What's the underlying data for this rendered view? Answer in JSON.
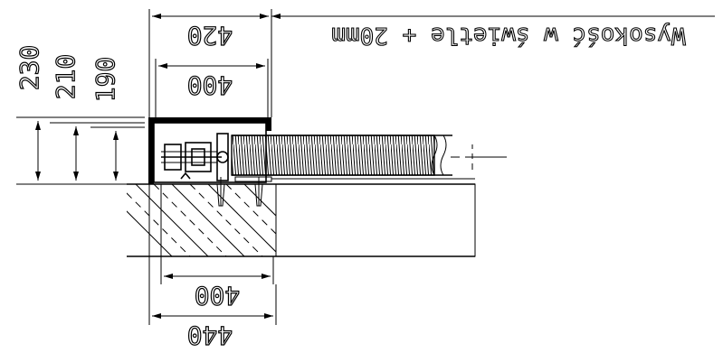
{
  "dimensions": {
    "top_420": "420",
    "top_400": "400",
    "left_230": "230",
    "left_210": "210",
    "left_190": "190",
    "bottom_400": "400",
    "bottom_440": "440"
  },
  "note": "Wysokość w świetle + 20mm"
}
